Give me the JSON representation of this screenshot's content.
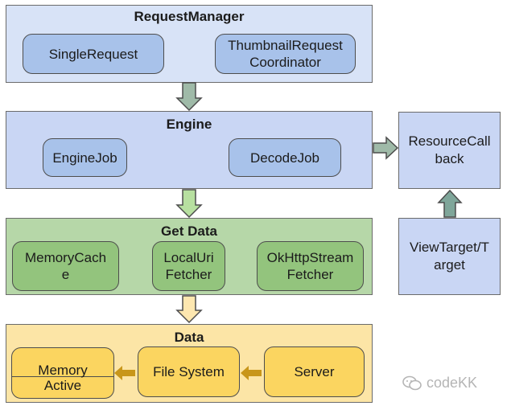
{
  "request_manager": {
    "title": "RequestManager",
    "nodes": [
      "SingleRequest",
      "ThumbnailRequest\nCoordinator"
    ]
  },
  "engine": {
    "title": "Engine",
    "nodes": [
      "EngineJob",
      "DecodeJob"
    ]
  },
  "get_data": {
    "title": "Get Data",
    "nodes": [
      "MemoryCach\ne",
      "LocalUri\nFetcher",
      "OkHttpStream\nFetcher"
    ]
  },
  "data": {
    "title": "Data",
    "memory_label": "Memory",
    "active_label": "Active",
    "file_system": "File System",
    "server": "Server"
  },
  "side": {
    "resource_callback": "ResourceCall\nback",
    "view_target": "ViewTarget/T\narget"
  },
  "watermark": "codeKK",
  "colors": {
    "blue": "#a8c2ea",
    "green": "#93c47d",
    "yellow": "#fbd560"
  }
}
